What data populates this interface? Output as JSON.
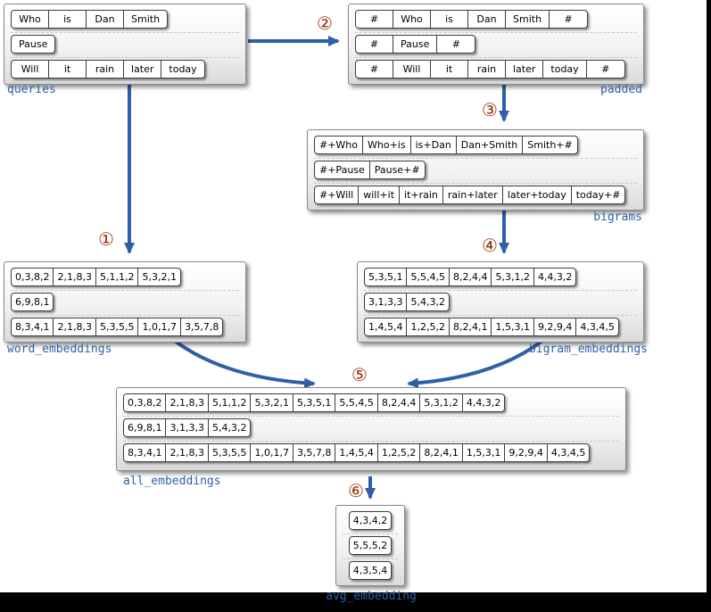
{
  "colors": {
    "arrow": "#2f5fa8",
    "label": "#2f5fa8",
    "step": "#992b00"
  },
  "steps": [
    "①",
    "②",
    "③",
    "④",
    "⑤",
    "⑥"
  ],
  "boxes": {
    "queries": {
      "label": "queries",
      "rows": [
        [
          "Who",
          "is",
          "Dan",
          "Smith"
        ],
        [
          "Pause"
        ],
        [
          "Will",
          "it",
          "rain",
          "later",
          "today"
        ]
      ]
    },
    "padded": {
      "label": "padded",
      "rows": [
        [
          "#",
          "Who",
          "is",
          "Dan",
          "Smith",
          "#"
        ],
        [
          "#",
          "Pause",
          "#"
        ],
        [
          "#",
          "Will",
          "it",
          "rain",
          "later",
          "today",
          "#"
        ]
      ]
    },
    "bigrams": {
      "label": "bigrams",
      "rows": [
        [
          "#+Who",
          "Who+is",
          "is+Dan",
          "Dan+Smith",
          "Smith+#"
        ],
        [
          "#+Pause",
          "Pause+#"
        ],
        [
          "#+Will",
          "will+it",
          "it+rain",
          "rain+later",
          "later+today",
          "today+#"
        ]
      ]
    },
    "word_embeddings": {
      "label": "word_embeddings",
      "rows": [
        [
          "0,3,8,2",
          "2,1,8,3",
          "5,1,1,2",
          "5,3,2,1"
        ],
        [
          "6,9,8,1"
        ],
        [
          "8,3,4,1",
          "2,1,8,3",
          "5,3,5,5",
          "1,0,1,7",
          "3,5,7,8"
        ]
      ]
    },
    "bigram_embeddings": {
      "label": "bigram_embeddings",
      "rows": [
        [
          "5,3,5,1",
          "5,5,4,5",
          "8,2,4,4",
          "5,3,1,2",
          "4,4,3,2"
        ],
        [
          "3,1,3,3",
          "5,4,3,2"
        ],
        [
          "1,4,5,4",
          "1,2,5,2",
          "8,2,4,1",
          "1,5,3,1",
          "9,2,9,4",
          "4,3,4,5"
        ]
      ]
    },
    "all_embeddings": {
      "label": "all_embeddings",
      "rows": [
        [
          "0,3,8,2",
          "2,1,8,3",
          "5,1,1,2",
          "5,3,2,1",
          "5,3,5,1",
          "5,5,4,5",
          "8,2,4,4",
          "5,3,1,2",
          "4,4,3,2"
        ],
        [
          "6,9,8,1",
          "3,1,3,3",
          "5,4,3,2"
        ],
        [
          "8,3,4,1",
          "2,1,8,3",
          "5,3,5,5",
          "1,0,1,7",
          "3,5,7,8",
          "1,4,5,4",
          "1,2,5,2",
          "8,2,4,1",
          "1,5,3,1",
          "9,2,9,4",
          "4,3,4,5"
        ]
      ]
    },
    "avg_embedding": {
      "label": "avg_embedding",
      "rows": [
        [
          "4,3,4,2"
        ],
        [
          "5,5,5,2"
        ],
        [
          "4,3,5,4"
        ]
      ]
    }
  }
}
